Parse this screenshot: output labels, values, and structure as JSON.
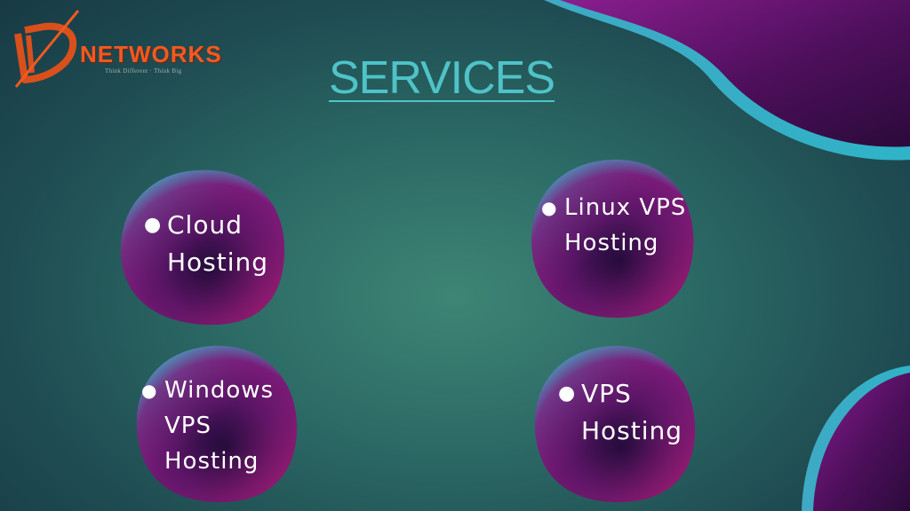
{
  "logo": {
    "brand": "NETWORKS",
    "tagline": "Think Different · Think Big"
  },
  "page": {
    "title": "SERVICES"
  },
  "services": [
    {
      "lines": [
        "Cloud",
        "Hosting"
      ]
    },
    {
      "lines": [
        "Linux VPS",
        "Hosting"
      ]
    },
    {
      "lines": [
        "Windows",
        "VPS",
        "Hosting"
      ]
    },
    {
      "lines": [
        "VPS",
        "Hosting"
      ]
    }
  ],
  "colors": {
    "title": "#4fc3c8",
    "brand": "#f05a22",
    "blob_purple": "#5a1565",
    "blob_cyan": "#3fa9c4",
    "blob_magenta": "#d9206b"
  }
}
